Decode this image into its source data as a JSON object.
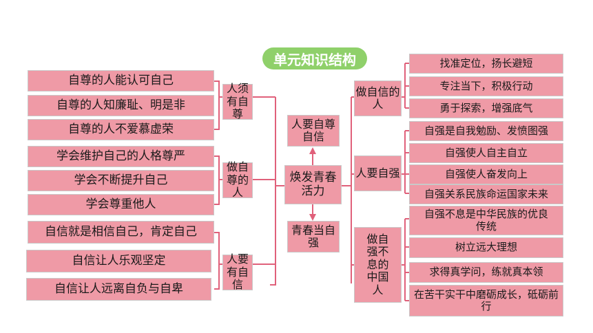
{
  "title": "单元知识结构",
  "center": "焕发青春活力",
  "top_node": "人要自尊自信",
  "bottom_node": "青春当自强",
  "left_groups": [
    {
      "label": "人须有自尊",
      "items": [
        "自尊的人能认可自己",
        "自尊的人知廉耻、明是非",
        "自尊的人不爱慕虚荣"
      ]
    },
    {
      "label": "做自尊的人",
      "items": [
        "学会维护自己的人格尊严",
        "学会不断提升自己",
        "学会尊重他人"
      ]
    },
    {
      "label": "人要有自信",
      "items": [
        "自信就是相信自己，肯定自己",
        "自信让人乐观坚定",
        "自信让人远离自负与自卑"
      ]
    }
  ],
  "right_groups": [
    {
      "label": "做自信的人",
      "items": [
        "找准定位，扬长避短",
        "专注当下，积极行动",
        "勇于探索，增强底气"
      ]
    },
    {
      "label": "人要自强",
      "items": [
        "自强是自我勉励、发愤图强",
        "自强使人自主自立",
        "自强使人奋发向上",
        "自强关系民族命运国家未来"
      ]
    },
    {
      "label": "做自强不息的中国人",
      "items": [
        "自强不息是中华民族的优良传统",
        "树立远大理想",
        "求得真学问，练就真本领",
        "在苦干实干中磨砺成长，砥砺前行"
      ]
    }
  ],
  "colors": {
    "box": "#ef9aa6",
    "bracket": "#e0607a",
    "title_bg": "#8fd06a",
    "arrow": "#e0607a"
  }
}
